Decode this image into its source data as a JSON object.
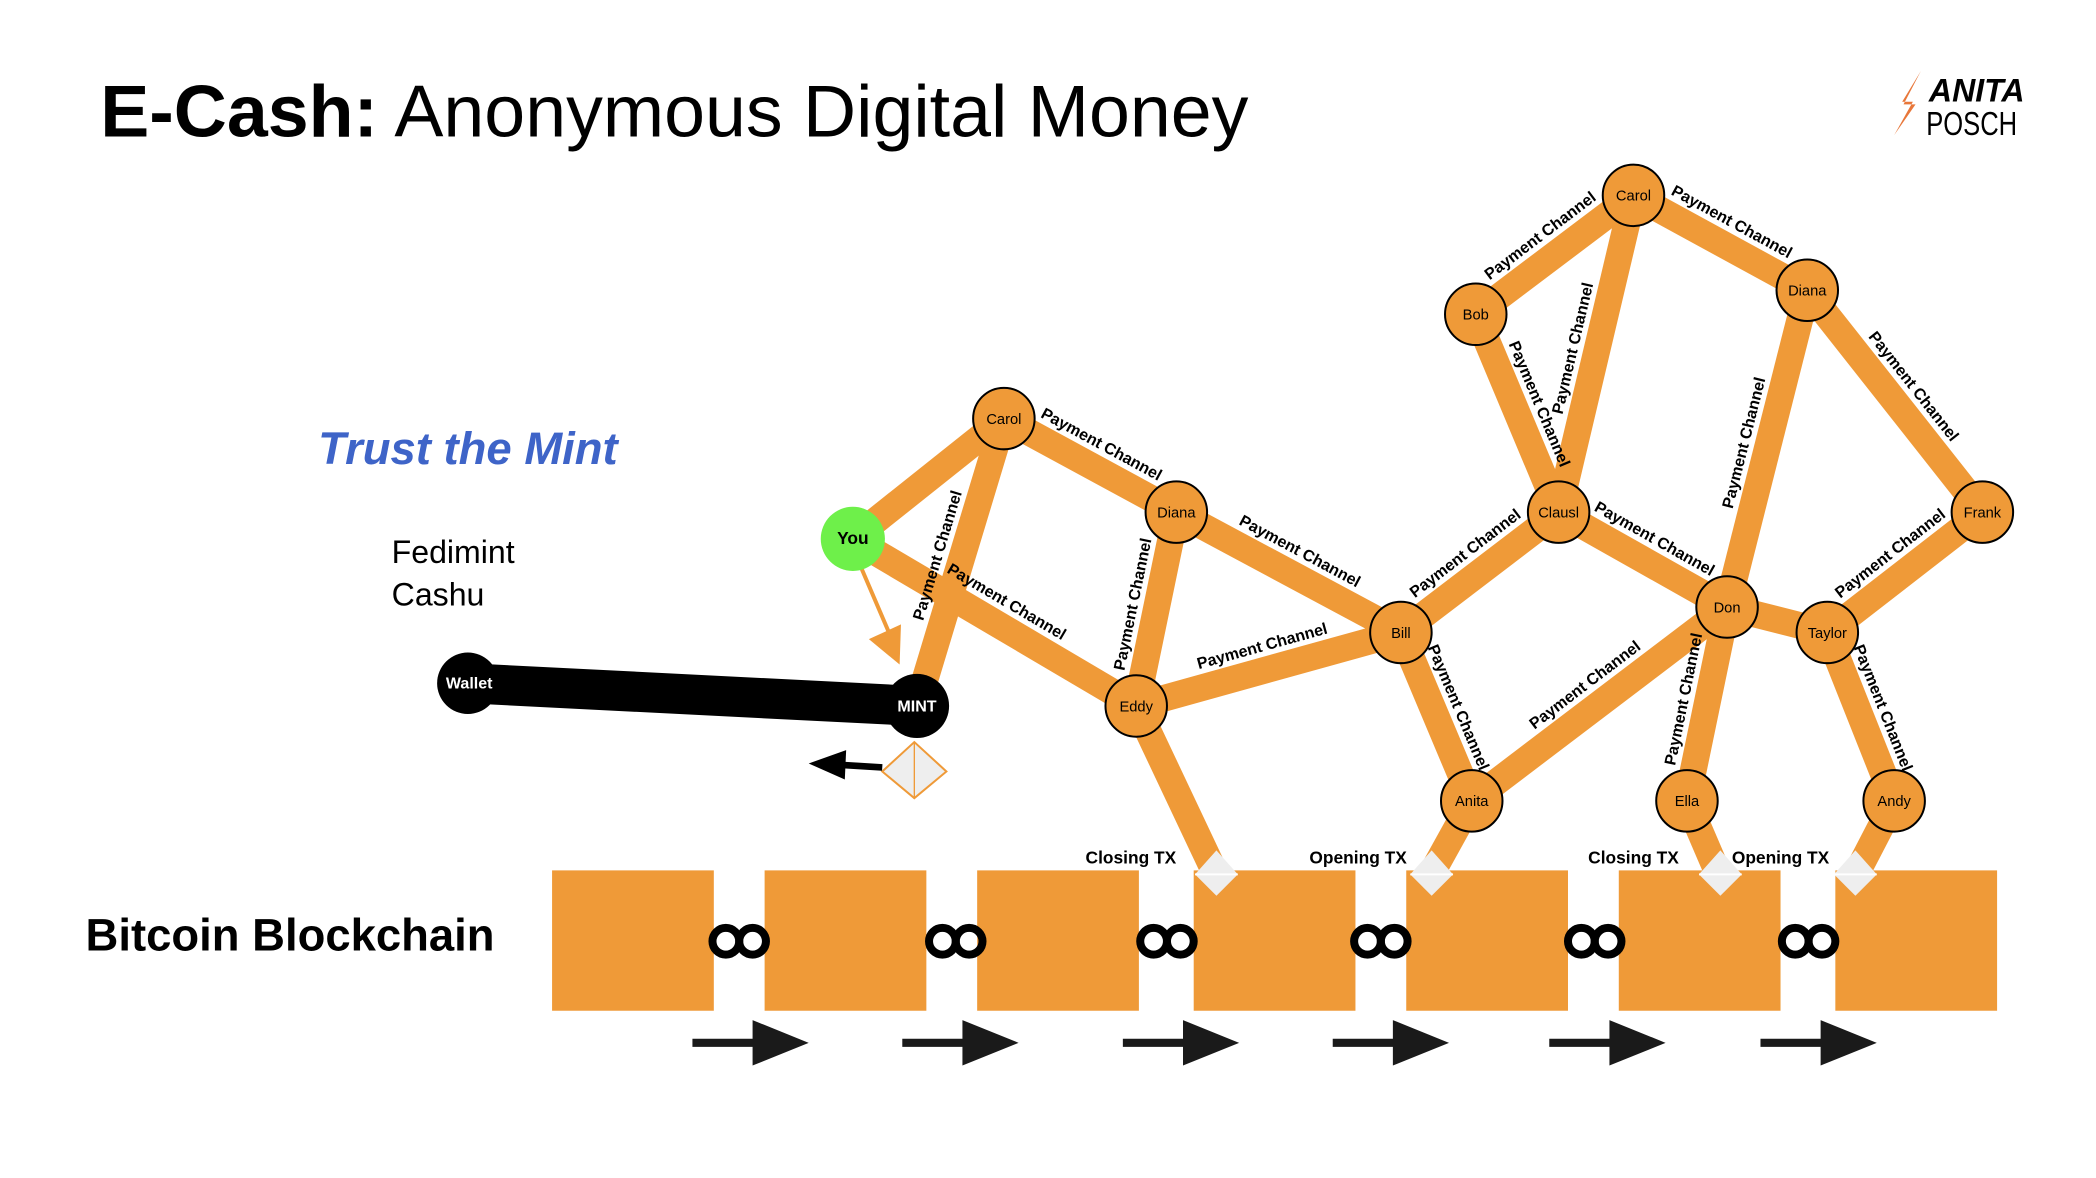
{
  "title": {
    "bold": "E-Cash:",
    "rest": " Anonymous Digital Money"
  },
  "logo": {
    "line1": "ANITA",
    "line2": "POSCH"
  },
  "subtitle": "Trust the Mint",
  "systems": [
    "Fedimint",
    "Cashu"
  ],
  "wallet_label": "Wallet",
  "mint_label": "MINT",
  "blockchain_label": "Bitcoin Blockchain",
  "edge_label": "Payment Channel",
  "tx_labels": [
    "Closing TX",
    "Opening TX",
    "Closing TX",
    "Opening TX"
  ],
  "nodes": {
    "you": "You",
    "carol1": "Carol",
    "diana1": "Diana",
    "eddy": "Eddy",
    "bill": "Bill",
    "bob": "Bob",
    "carol2": "Carol",
    "diana2": "Diana",
    "clausl": "Clausl",
    "frank": "Frank",
    "don": "Don",
    "taylor": "Taylor",
    "anita": "Anita",
    "ella": "Ella",
    "andy": "Andy"
  },
  "colors": {
    "orange": "#ef9a38",
    "you": "#6ef04a",
    "blue": "#3e64c8",
    "black": "#000000"
  }
}
